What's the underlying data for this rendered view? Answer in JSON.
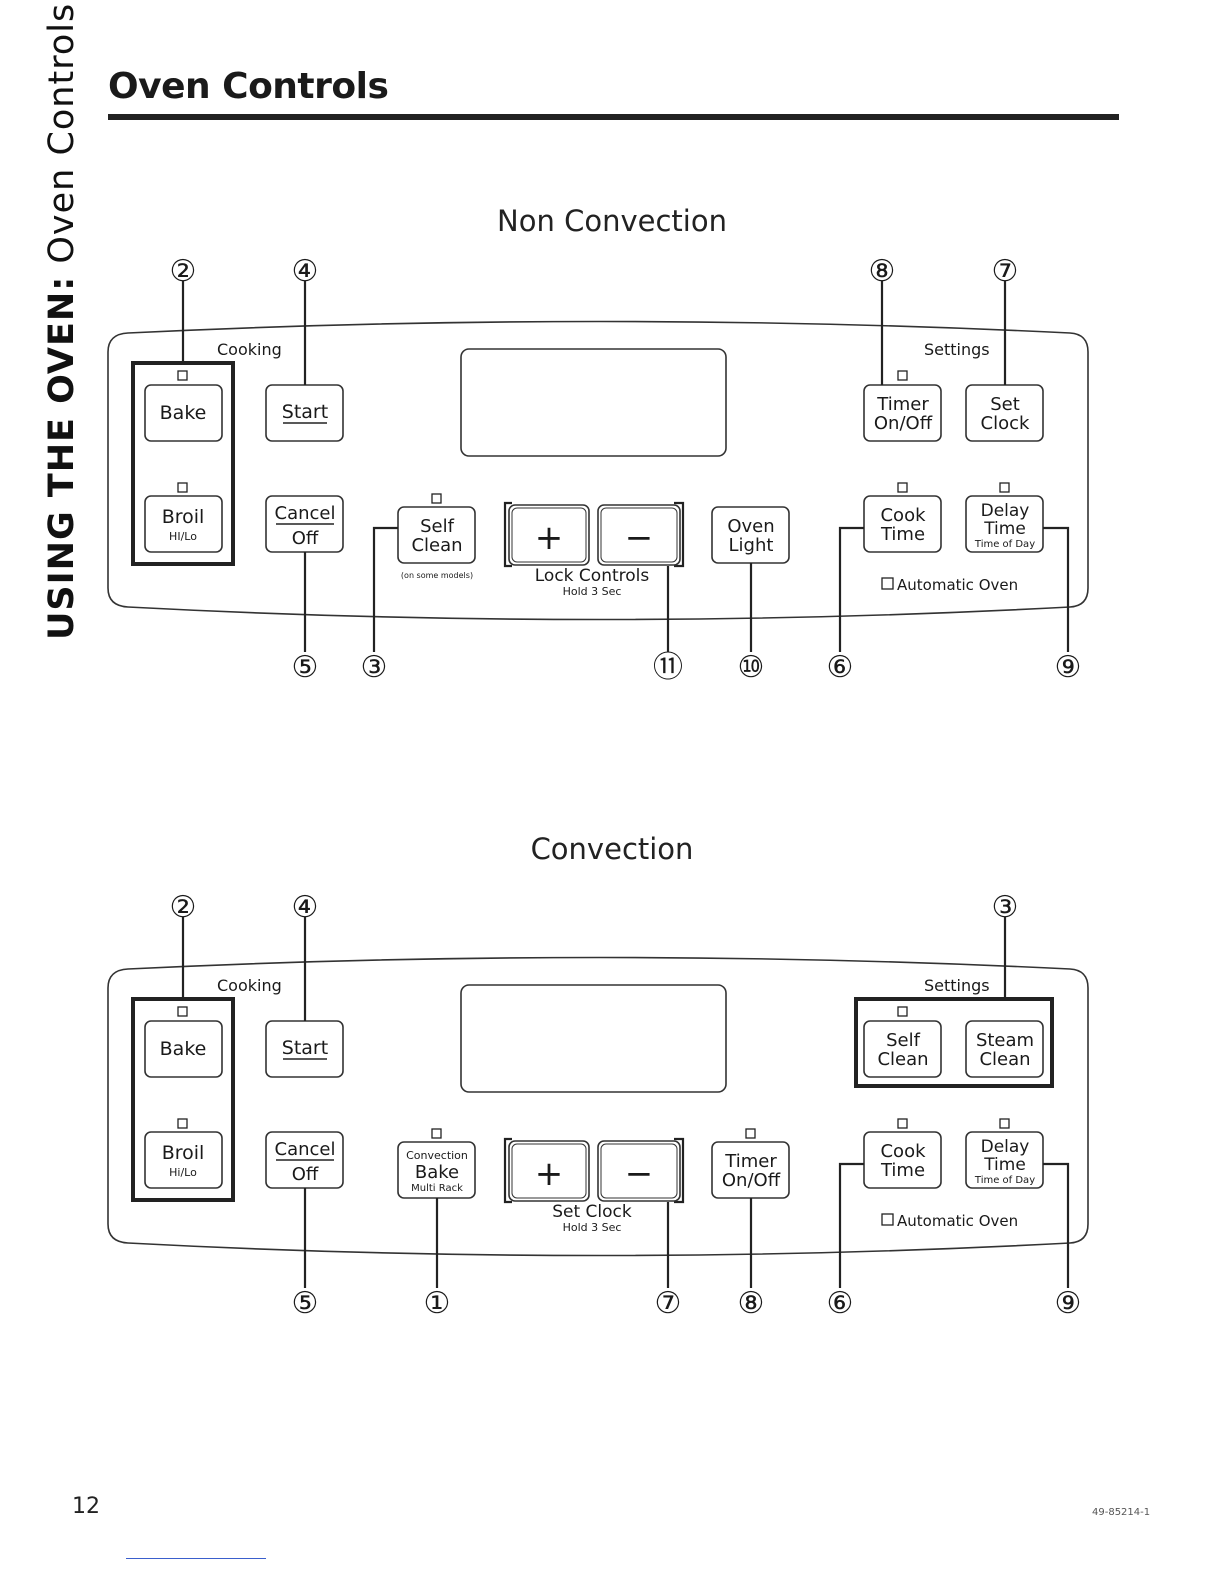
{
  "sidebar": {
    "strong": "USING THE OVEN:",
    "light": " Oven Controls"
  },
  "page": {
    "title": "Oven Controls",
    "number": "12",
    "code": "49-85214-1"
  },
  "non_convection": {
    "title": "Non Convection",
    "cooking_label": "Cooking",
    "settings_label": "Settings",
    "bake": "Bake",
    "broil": "Broil",
    "broil_sub": "HI/Lo",
    "start": "Start",
    "cancel_line1": "Cancel",
    "cancel_line2": "Off",
    "self_clean_line1": "Self",
    "self_clean_line2": "Clean",
    "on_some_models": "(on some models)",
    "plus": "+",
    "minus": "−",
    "lock_controls": "Lock Controls",
    "lock_hold": "Hold 3 Sec",
    "oven_light_line1": "Oven",
    "oven_light_line2": "Light",
    "timer_line1": "Timer",
    "timer_line2": "On/Off",
    "set_clock_line1": "Set",
    "set_clock_line2": "Clock",
    "cook_time_line1": "Cook",
    "cook_time_line2": "Time",
    "delay_line1": "Delay",
    "delay_line2": "Time",
    "delay_sub": "Time of Day",
    "automatic_oven": "Automatic Oven",
    "callouts": {
      "bake_broil": "②",
      "start": "④",
      "timer": "⑧",
      "set_clock": "⑦",
      "cancel": "⑤",
      "self_clean": "③",
      "lock": "⑪",
      "light": "⑩",
      "cook_time": "⑥",
      "delay": "⑨"
    }
  },
  "convection": {
    "title": "Convection",
    "cooking_label": "Cooking",
    "settings_label": "Settings",
    "bake": "Bake",
    "broil": "Broil",
    "broil_sub": "Hi/Lo",
    "start": "Start",
    "cancel_line1": "Cancel",
    "cancel_line2": "Off",
    "conv_top": "Convection",
    "conv_mid": "Bake",
    "conv_sub": "Multi Rack",
    "plus": "+",
    "minus": "−",
    "set_clock": "Set Clock",
    "set_clock_hold": "Hold 3 Sec",
    "timer_line1": "Timer",
    "timer_line2": "On/Off",
    "self_clean_line1": "Self",
    "self_clean_line2": "Clean",
    "steam_clean_line1": "Steam",
    "steam_clean_line2": "Clean",
    "cook_time_line1": "Cook",
    "cook_time_line2": "Time",
    "delay_line1": "Delay",
    "delay_line2": "Time",
    "delay_sub": "Time of Day",
    "automatic_oven": "Automatic Oven",
    "callouts": {
      "bake_broil": "②",
      "start": "④",
      "clean": "③",
      "cancel": "⑤",
      "conv_bake": "①",
      "set_clock": "⑦",
      "timer": "⑧",
      "cook_time": "⑥",
      "delay": "⑨"
    }
  }
}
